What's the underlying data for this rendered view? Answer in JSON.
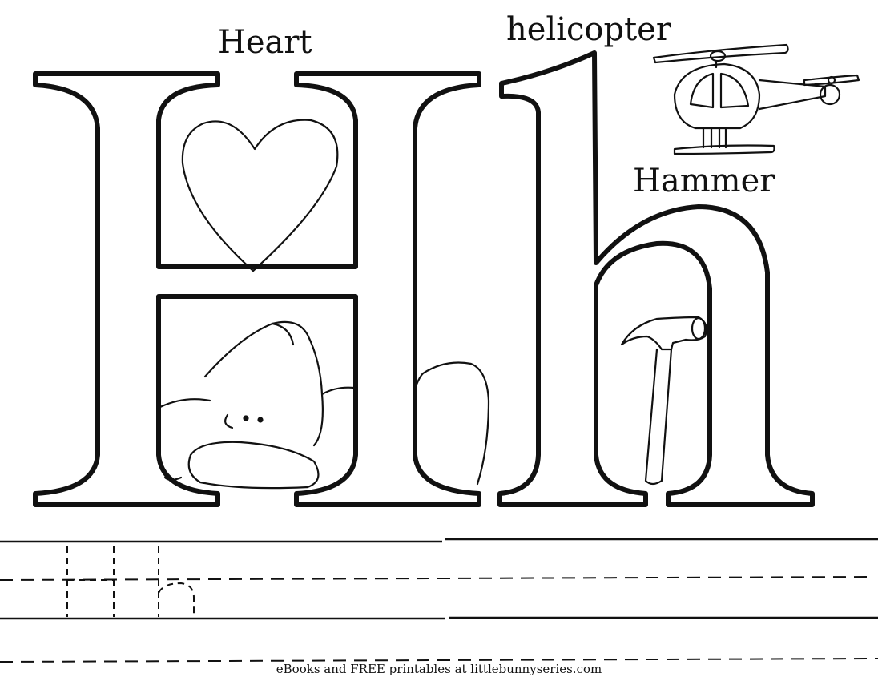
{
  "labels": {
    "heart": "Heart",
    "helicopter": "helicopter",
    "hammer": "Hammer"
  },
  "footer": "eBooks and FREE printables at littlebunnyseries.com",
  "icons": [
    "heart-icon",
    "helicopter-icon",
    "hammer-icon",
    "hippo-icon"
  ],
  "colors": {
    "ink": "#111111",
    "paper": "#ffffff"
  }
}
